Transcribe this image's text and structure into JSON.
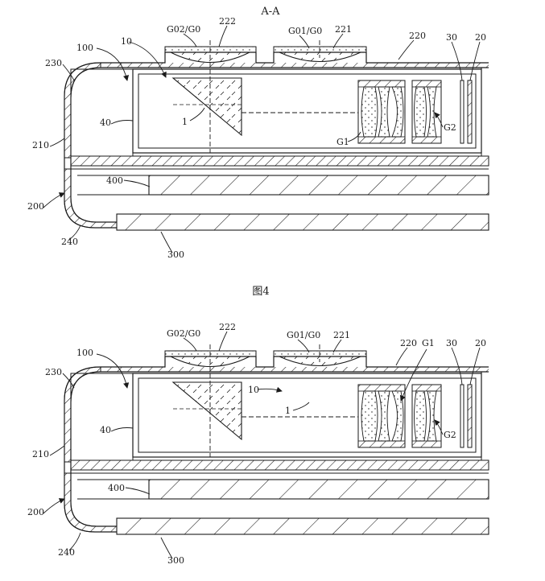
{
  "section_title": "A-A",
  "figure_caption": "图4",
  "top": {
    "labels": {
      "g02": "G02/G0",
      "r222": "222",
      "g01": "G01/G0",
      "r221": "221",
      "r220": "220",
      "r30": "30",
      "r20": "20",
      "r100": "100",
      "r10": "10",
      "r230": "230",
      "r40": "40",
      "r1": "1",
      "g1": "G1",
      "g2": "G2",
      "r210": "210",
      "r400": "400",
      "r200": "200",
      "r240": "240",
      "r300": "300"
    }
  },
  "bottom": {
    "labels": {
      "g02": "G02/G0",
      "r222": "222",
      "g01": "G01/G0",
      "r221": "221",
      "r220": "220",
      "g1": "G1",
      "r30": "30",
      "r20": "20",
      "r100": "100",
      "r230": "230",
      "r10": "10",
      "r1": "1",
      "r40": "40",
      "g2": "G2",
      "r210": "210",
      "r400": "400",
      "r200": "200",
      "r240": "240",
      "r300": "300"
    }
  }
}
